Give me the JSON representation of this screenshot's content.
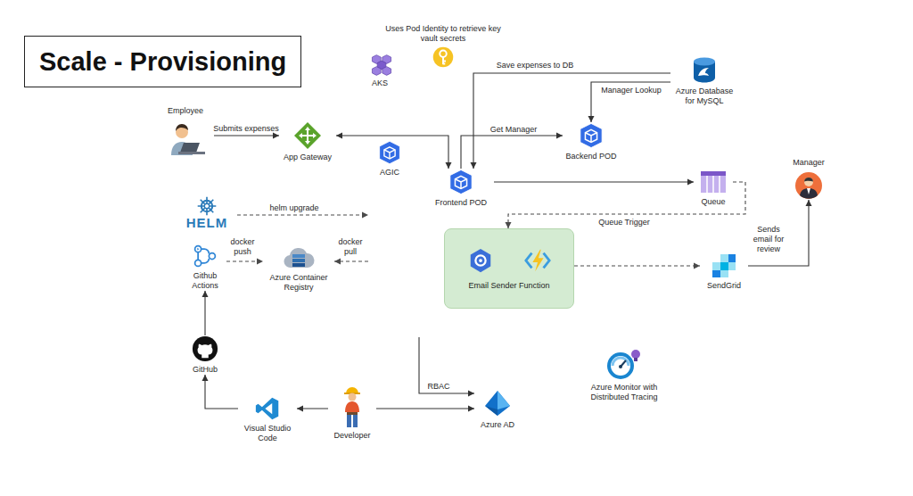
{
  "diagram": {
    "title": "Scale - Provisioning",
    "nodes": [
      {
        "text": [
          "Uses Pod Identity to retrieve key vault secrets"
        ]
      },
      {
        "text": [
          "AKS"
        ]
      },
      {
        "text": [
          "Azure Database for MySQL"
        ]
      },
      {
        "text": [
          "Employee"
        ]
      },
      {
        "text": [
          "App Gateway"
        ]
      },
      {
        "text": [
          "AGIC"
        ],
        "in": 1
      },
      {
        "text": [
          "Frontend POD"
        ],
        "in": 1
      },
      {
        "text": [
          "Backend POD"
        ],
        "in": 1
      },
      {
        "text": [
          "Manager"
        ]
      },
      {
        "text": [
          "Queue"
        ]
      },
      {
        "text": [
          "HELM"
        ]
      },
      {
        "text": [
          "Email Sender Function"
        ],
        "in": 1
      },
      {
        "text": [
          "SendGrid"
        ]
      },
      {
        "text": [
          "Github Actions"
        ]
      },
      {
        "text": [
          "Azure Container Registry"
        ]
      },
      {
        "text": [
          "GitHub"
        ]
      },
      {
        "text": [
          "Azure Monitor with Distributed Tracing"
        ]
      },
      {
        "text": [
          "Visual Studio Code"
        ]
      },
      {
        "text": [
          "Developer"
        ]
      },
      {
        "text": [
          "Azure AD"
        ]
      }
    ],
    "edges": [
      {
        "from": 3,
        "to": 4,
        "label": "Submits expenses",
        "arrow": "to"
      },
      {
        "from": 4,
        "to": 6,
        "arrow": "both"
      },
      {
        "from": 6,
        "to": 7,
        "label": "Get Manager",
        "arrow": "to"
      },
      {
        "from": 2,
        "to": 6,
        "label": "Save expenses to DB",
        "arrow": "to"
      },
      {
        "from": 2,
        "to": 7,
        "label": "Manager Lookup",
        "arrow": "to"
      },
      {
        "from": 6,
        "to": 9,
        "arrow": "to"
      },
      {
        "from": 9,
        "to": 11,
        "label": "Queue Trigger",
        "arrow": "to"
      },
      {
        "from": 11,
        "to": 12,
        "arrow": "to"
      },
      {
        "from": 12,
        "to": 8,
        "label": "Sends email for review",
        "arrow": "to"
      },
      {
        "from": 10,
        "to": 1,
        "label": "helm upgrade",
        "arrow": "to"
      },
      {
        "from": 13,
        "to": 14,
        "label": "docker push",
        "arrow": "to"
      },
      {
        "from": 1,
        "to": 14,
        "label": "docker pull",
        "arrow": "to"
      },
      {
        "from": 15,
        "to": 13,
        "arrow": "to"
      },
      {
        "from": 17,
        "to": 15,
        "arrow": "to"
      },
      {
        "from": 18,
        "to": 17,
        "arrow": "to"
      },
      {
        "from": 18,
        "to": 19,
        "arrow": "to"
      },
      {
        "from": 1,
        "to": 19,
        "label": "RBAC",
        "arrow": "to"
      }
    ]
  }
}
